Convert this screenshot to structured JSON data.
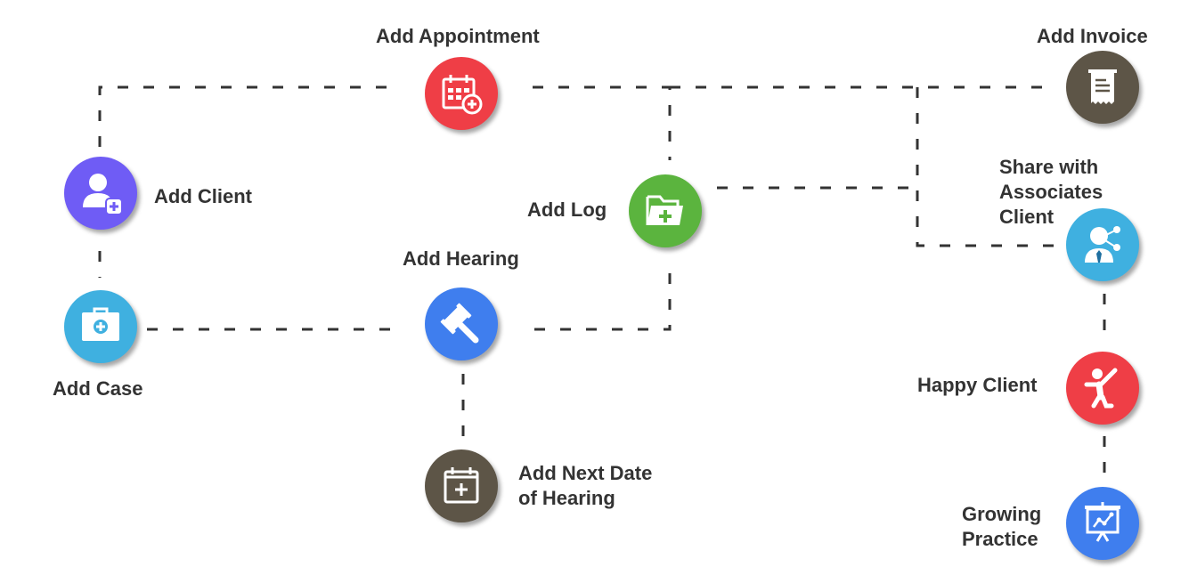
{
  "diagram": {
    "type": "workflow",
    "nodes": [
      {
        "id": "add-client",
        "label": "Add Client",
        "icon": "user-plus-icon",
        "color": "#6f5cf5"
      },
      {
        "id": "add-case",
        "label": "Add Case",
        "icon": "briefcase-plus-icon",
        "color": "#3fb0e0"
      },
      {
        "id": "add-appointment",
        "label": "Add Appointment",
        "icon": "calendar-plus-icon",
        "color": "#ef3e46"
      },
      {
        "id": "add-hearing",
        "label": "Add Hearing",
        "icon": "gavel-icon",
        "color": "#3f7eee"
      },
      {
        "id": "add-next-date",
        "label": "Add Next Date\nof Hearing",
        "icon": "calendar-add-icon",
        "color": "#5d5547"
      },
      {
        "id": "add-log",
        "label": "Add Log",
        "icon": "folder-plus-icon",
        "color": "#5bb43e"
      },
      {
        "id": "add-invoice",
        "label": "Add Invoice",
        "icon": "receipt-icon",
        "color": "#5d5547"
      },
      {
        "id": "share-associates",
        "label": "Share with\nAssociates\nClient",
        "icon": "share-user-icon",
        "color": "#3fb0e0"
      },
      {
        "id": "happy-client",
        "label": "Happy Client",
        "icon": "jumping-person-icon",
        "color": "#ef3e46"
      },
      {
        "id": "growing-practice",
        "label": "Growing\nPractice",
        "icon": "presentation-chart-icon",
        "color": "#3f7eee"
      }
    ],
    "edges": [
      [
        "add-client",
        "add-appointment"
      ],
      [
        "add-client",
        "add-case"
      ],
      [
        "add-case",
        "add-hearing"
      ],
      [
        "add-hearing",
        "add-next-date"
      ],
      [
        "add-hearing",
        "add-log"
      ],
      [
        "add-appointment",
        "add-log"
      ],
      [
        "add-appointment",
        "add-invoice"
      ],
      [
        "add-log",
        "share-associates"
      ],
      [
        "add-invoice",
        "share-associates"
      ],
      [
        "share-associates",
        "happy-client"
      ],
      [
        "happy-client",
        "growing-practice"
      ]
    ],
    "line_color": "#333333"
  }
}
